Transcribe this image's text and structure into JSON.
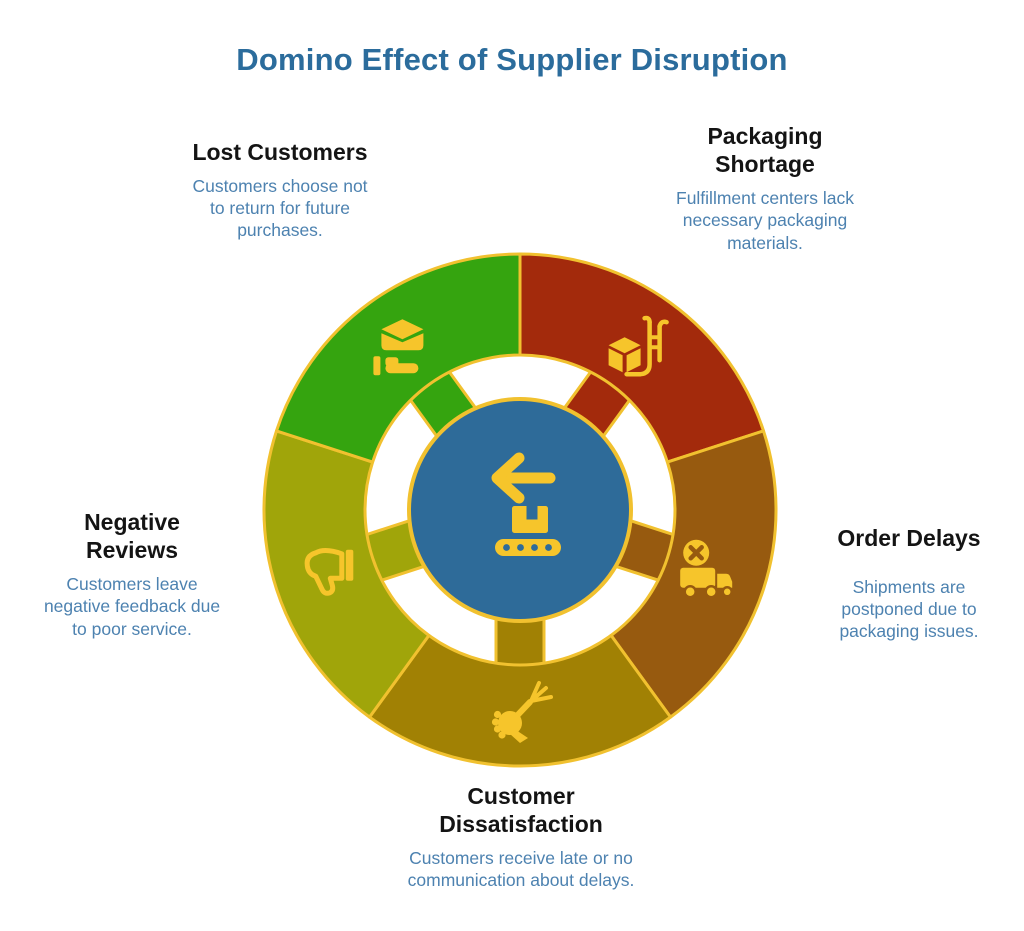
{
  "title": "Domino Effect of Supplier Disruption",
  "colors": {
    "title_blue": "#2B6C9C",
    "heading_black": "#141414",
    "description_blue": "#4D82B0",
    "gold_outline": "#F1C12F",
    "icon_gold": "#F6C52B",
    "center_blue": "#2E6B99",
    "background": "#FFFFFF"
  },
  "center": {
    "icon": "conveyor-arrow-icon"
  },
  "segments": [
    {
      "id": "packaging-shortage",
      "title": "Packaging Shortage",
      "description": "Fulfillment centers lack necessary packaging materials.",
      "color": "#A32A0C",
      "icon": "hand-truck-icon",
      "position": "top-right"
    },
    {
      "id": "order-delays",
      "title": "Order Delays",
      "description": "Shipments are postponed due to packaging issues.",
      "color": "#975A0F",
      "icon": "truck-cancel-icon",
      "position": "right"
    },
    {
      "id": "customer-dissatisfaction",
      "title": "Customer Dissatisfaction",
      "description": "Customers receive late or no communication about delays.",
      "color": "#A18104",
      "icon": "fist-fork-icon",
      "position": "bottom"
    },
    {
      "id": "negative-reviews",
      "title": "Negative Reviews",
      "description": "Customers leave negative feedback due to poor service.",
      "color": "#A0A50A",
      "icon": "thumbs-down-icon",
      "position": "left"
    },
    {
      "id": "lost-customers",
      "title": "Lost Customers",
      "description": "Customers choose not to return for future purchases.",
      "color": "#35A40F",
      "icon": "hand-holding-box-icon",
      "position": "top-left"
    }
  ]
}
